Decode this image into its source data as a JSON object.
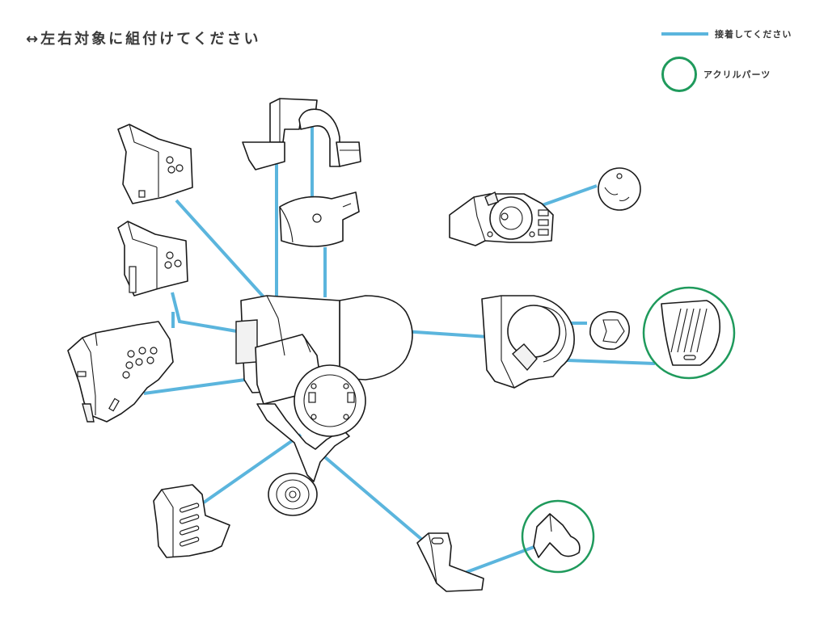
{
  "title": "↔左右対象に組付けてください",
  "legend": {
    "glue_label": "接着してください",
    "acrylic_label": "アクリルパーツ"
  },
  "colors": {
    "glue_line": "#5bb5dd",
    "acrylic_ring": "#1f9a5c",
    "outline": "#1a1a1a"
  }
}
